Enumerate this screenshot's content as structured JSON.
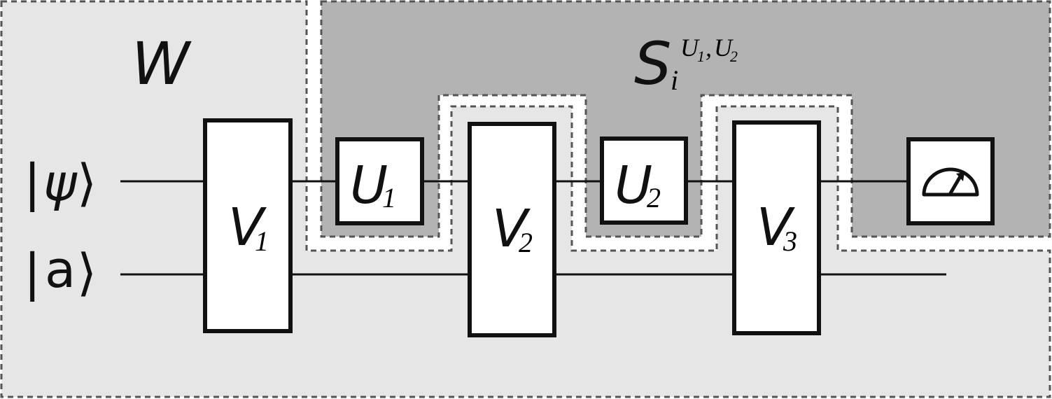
{
  "colors": {
    "outer_region": "#e6e6e6",
    "inner_region": "#b3b3b3",
    "wire": "#111111",
    "gate_fill": "#ffffff",
    "gate_stroke": "#111111",
    "region_border": "#555555"
  },
  "regions": {
    "outer": {
      "label": "W"
    },
    "inner": {
      "label": "S",
      "subscript": "i",
      "superscript": "U",
      "sup1": "1",
      "sup_sep": ",",
      "sup2": "2",
      "sup_base2": "U"
    }
  },
  "inputs": {
    "psi": {
      "bra": "|",
      "symbol": "ψ",
      "ket": "⟩"
    },
    "ancilla": {
      "bra": "|",
      "symbol": "a",
      "ket": "⟩"
    }
  },
  "gates": {
    "v1": {
      "base": "V",
      "sub": "1"
    },
    "v2": {
      "base": "V",
      "sub": "2"
    },
    "v3": {
      "base": "V",
      "sub": "3"
    },
    "u1": {
      "base": "U",
      "sub": "1"
    },
    "u2": {
      "base": "U",
      "sub": "2"
    }
  },
  "measurement": {
    "icon": "meter-icon"
  }
}
